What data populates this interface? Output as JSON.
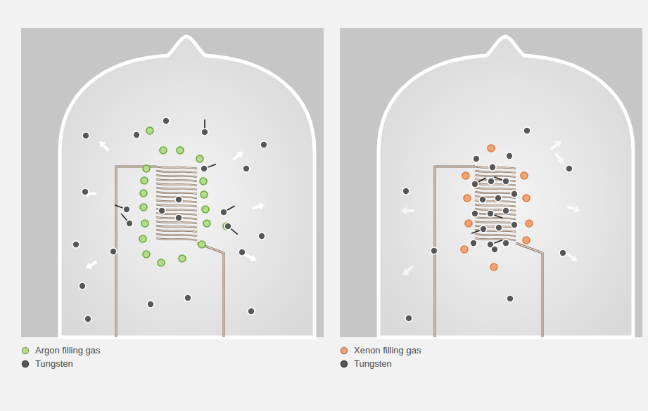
{
  "diagram": {
    "legend": [
      {
        "text": "Argon filling gas",
        "color": "#b5dc8e"
      },
      {
        "text": "Tungsten",
        "color": "#575757"
      },
      {
        "text": "Xenon filling gas",
        "color": "#f2a477"
      },
      {
        "text": "Tungsten",
        "color": "#575757"
      }
    ]
  }
}
